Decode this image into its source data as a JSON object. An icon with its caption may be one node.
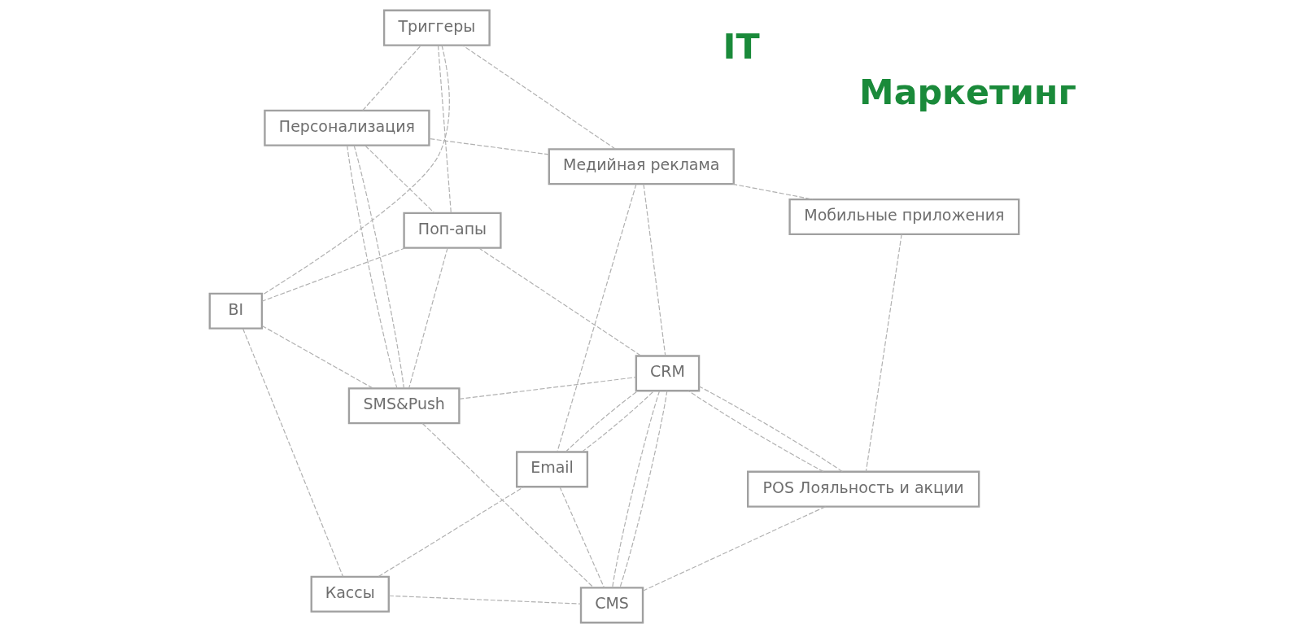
{
  "diagram": {
    "nodes": [
      {
        "text": [
          "Медийная реклама"
        ]
      },
      {
        "text": [
          "Мобильные приложения"
        ]
      },
      {
        "text": [
          "Персонализация"
        ]
      },
      {
        "text": [
          "Триггеры"
        ]
      },
      {
        "text": [
          "POS Лояльность и акции"
        ]
      },
      {
        "text": [
          "Поп-апы"
        ]
      },
      {
        "text": [
          "CMS"
        ]
      },
      {
        "text": [
          "SMS&Push"
        ]
      },
      {
        "text": [
          "CRM"
        ]
      },
      {
        "text": [
          "BI"
        ]
      },
      {
        "text": [
          "Email"
        ]
      },
      {
        "text": [
          "Кассы"
        ]
      }
    ],
    "edges": [
      {
        "from": 0,
        "to": 3,
        "arrow": "none",
        "style": "dashed"
      },
      {
        "from": 0,
        "to": 2,
        "arrow": "none",
        "style": "dashed"
      },
      {
        "from": 0,
        "to": 1,
        "arrow": "none",
        "style": "dashed"
      },
      {
        "from": 1,
        "to": 4,
        "arrow": "none",
        "style": "dashed"
      },
      {
        "from": 2,
        "to": 3,
        "arrow": "none",
        "style": "dashed"
      },
      {
        "from": 2,
        "to": 5,
        "arrow": "none",
        "style": "dashed"
      },
      {
        "from": 2,
        "to": 7,
        "arrow": "none",
        "style": "dashed"
      },
      {
        "from": 2,
        "to": 7,
        "arrow": "none",
        "style": "dashed"
      },
      {
        "from": 3,
        "to": 5,
        "arrow": "none",
        "style": "dashed"
      },
      {
        "from": 3,
        "to": 9,
        "arrow": "none",
        "style": "dashed"
      },
      {
        "from": 5,
        "to": 9,
        "arrow": "none",
        "style": "dashed"
      },
      {
        "from": 5,
        "to": 8,
        "arrow": "none",
        "style": "dashed"
      },
      {
        "from": 5,
        "to": 7,
        "arrow": "none",
        "style": "dashed"
      },
      {
        "from": 9,
        "to": 7,
        "arrow": "none",
        "style": "dashed"
      },
      {
        "from": 9,
        "to": 11,
        "arrow": "none",
        "style": "dashed"
      },
      {
        "from": 11,
        "to": 10,
        "arrow": "none",
        "style": "dashed"
      },
      {
        "from": 11,
        "to": 6,
        "arrow": "none",
        "style": "dashed"
      },
      {
        "from": 7,
        "to": 8,
        "arrow": "none",
        "style": "dashed"
      },
      {
        "from": 7,
        "to": 6,
        "arrow": "none",
        "style": "dashed"
      },
      {
        "from": 10,
        "to": 8,
        "arrow": "none",
        "style": "dashed"
      },
      {
        "from": 10,
        "to": 8,
        "arrow": "none",
        "style": "dashed"
      },
      {
        "from": 10,
        "to": 6,
        "arrow": "none",
        "style": "dashed"
      },
      {
        "from": 0,
        "to": 10,
        "arrow": "none",
        "style": "dashed"
      },
      {
        "from": 0,
        "to": 8,
        "arrow": "none",
        "style": "dashed"
      },
      {
        "from": 4,
        "to": 8,
        "arrow": "none",
        "style": "dashed"
      },
      {
        "from": 4,
        "to": 8,
        "arrow": "none",
        "style": "dashed"
      },
      {
        "from": 4,
        "to": 6,
        "arrow": "none",
        "style": "dashed"
      },
      {
        "from": 8,
        "to": 6,
        "arrow": "none",
        "style": "dashed"
      },
      {
        "from": 8,
        "to": 6,
        "arrow": "none",
        "style": "dashed"
      }
    ],
    "labels": [
      "Маркетинг",
      "IT"
    ]
  }
}
